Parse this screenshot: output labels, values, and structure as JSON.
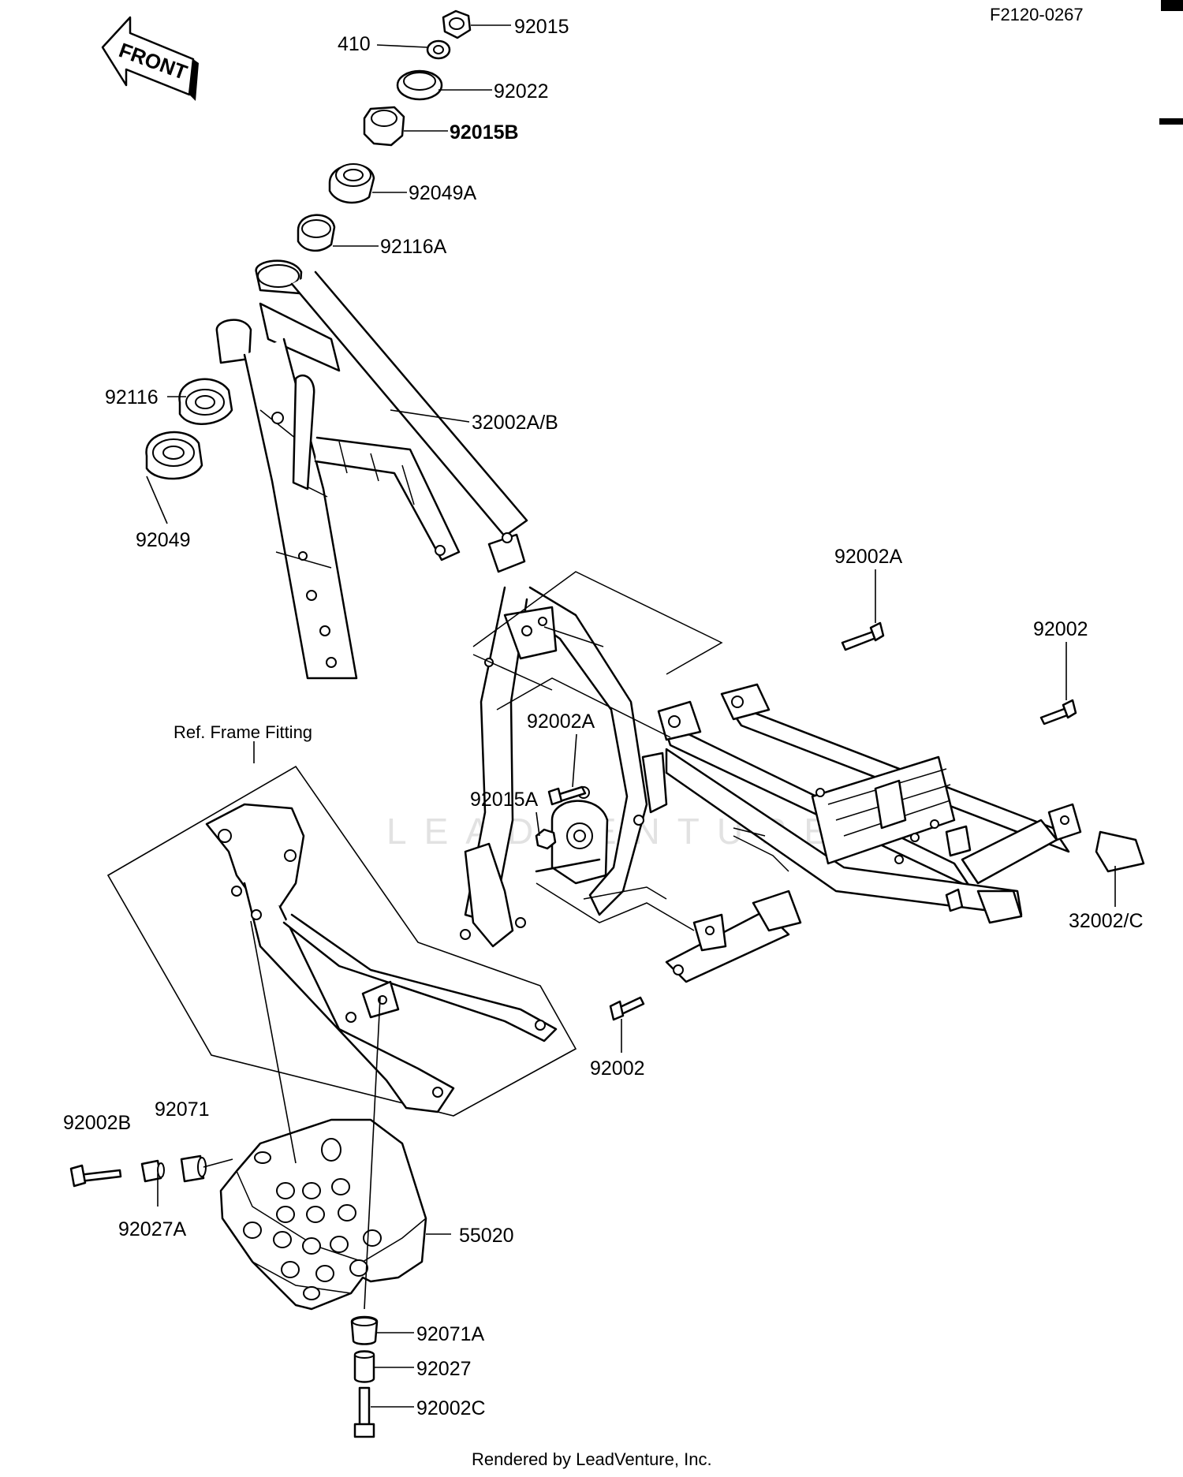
{
  "diagram_code": "F2120-0267",
  "front_arrow": "FRONT",
  "ref_label": "Ref. Frame Fitting",
  "footer": "Rendered by LeadVenture, Inc.",
  "watermark": "LEADVENTURE",
  "parts": {
    "p92015": "92015",
    "p410": "410",
    "p92022": "92022",
    "p92015B": "92015B",
    "p92049A": "92049A",
    "p92116A": "92116A",
    "p92116": "92116",
    "p32002AB": "32002A/B",
    "p92049": "92049",
    "p92002A_top": "92002A",
    "p92002_right": "92002",
    "p92002A_mid": "92002A",
    "p92015A": "92015A",
    "p32002C": "32002/C",
    "p92002_bottom": "92002",
    "p92002B": "92002B",
    "p92071": "92071",
    "p92027A": "92027A",
    "p55020": "55020",
    "p92071A": "92071A",
    "p92027": "92027",
    "p92002C": "92002C"
  }
}
